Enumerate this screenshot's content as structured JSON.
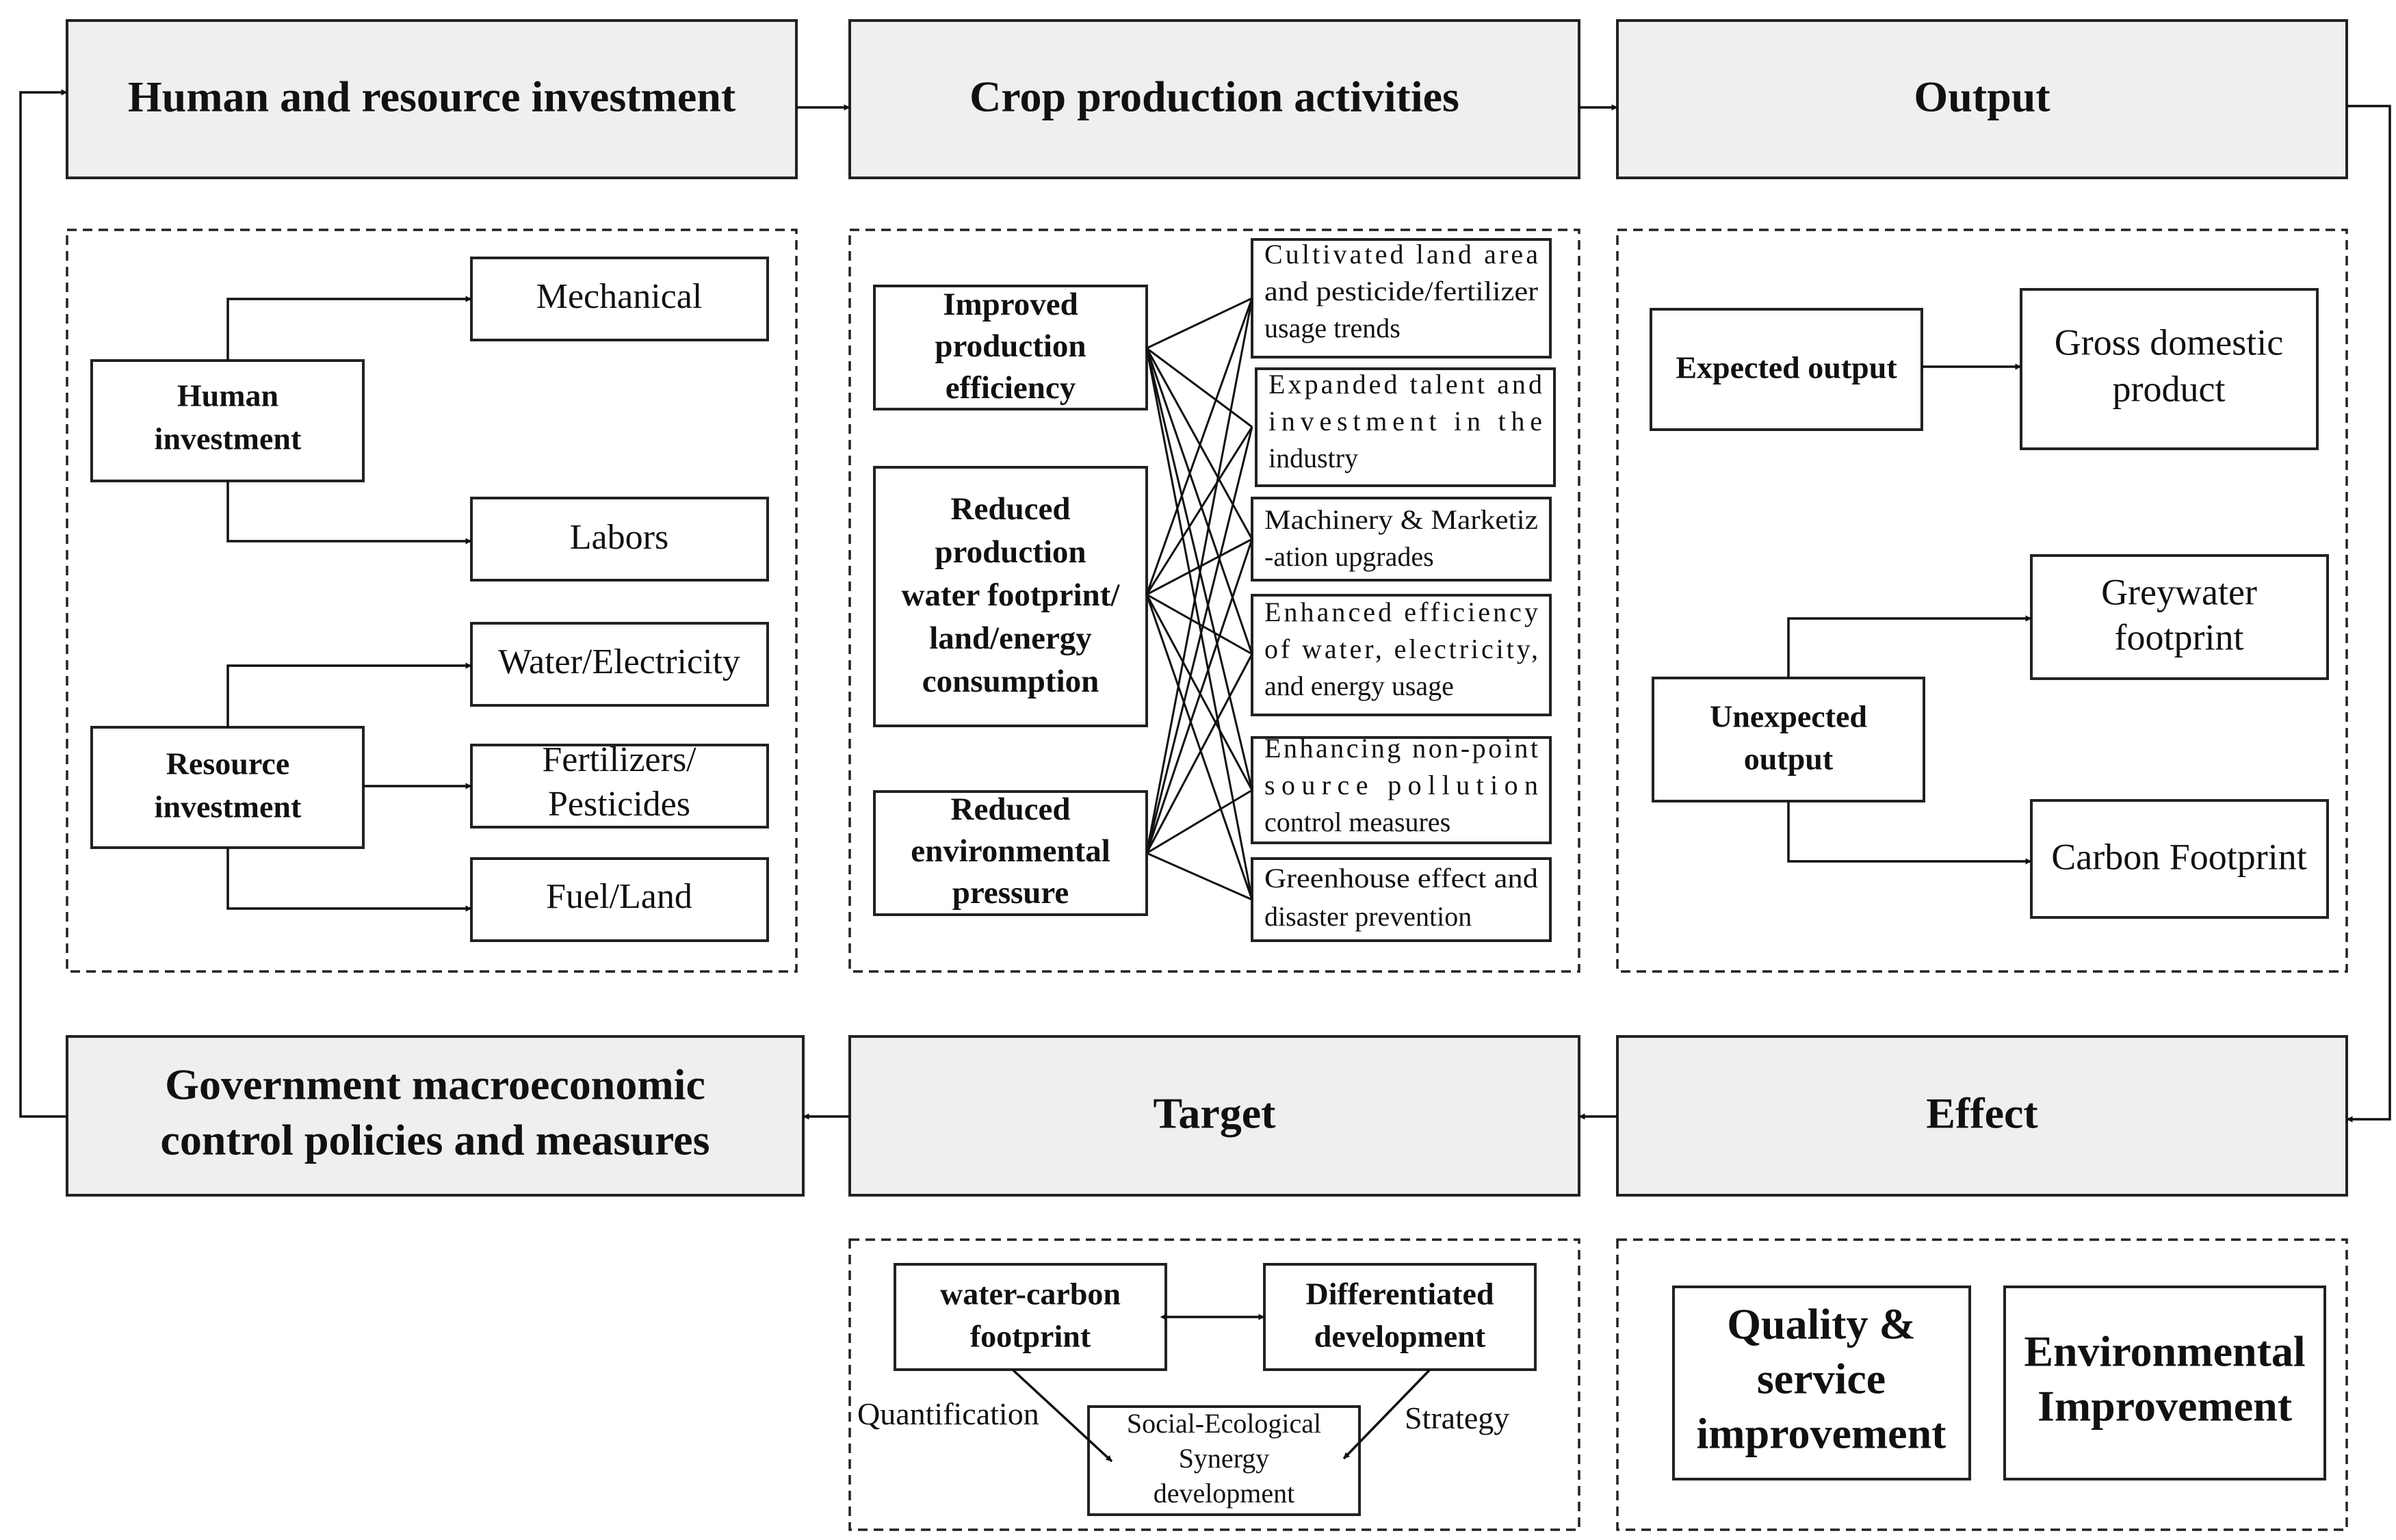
{
  "headers": {
    "human_resource": "Human and resource investment",
    "crop_production": "Crop production activities",
    "output": "Output",
    "government": [
      "Government macroeconomic",
      "control policies and measures"
    ],
    "target": "Target",
    "effect": "Effect"
  },
  "investment": {
    "human": [
      "Human",
      "investment"
    ],
    "resource": [
      "Resource",
      "investment"
    ],
    "mechanical": "Mechanical",
    "labors": "Labors",
    "water_electricity": "Water/Electricity",
    "fertilizers": [
      "Fertilizers/",
      "Pesticides"
    ],
    "fuel_land": "Fuel/Land"
  },
  "activities": {
    "goals": [
      [
        "Improved",
        "production",
        "efficiency"
      ],
      [
        "Reduced",
        "production",
        "water footprint/",
        "land/energy",
        "consumption"
      ],
      [
        "Reduced",
        "environmental",
        "pressure"
      ]
    ],
    "measures": [
      [
        "Cultivated land area",
        "and pesticide/fertilizer",
        "usage trends"
      ],
      [
        "Expanded talent and",
        "investment in the",
        "industry"
      ],
      [
        "Machinery & Marketiz",
        "-ation upgrades"
      ],
      [
        "Enhanced efficiency",
        "of water, electricity,",
        "and energy usage"
      ],
      [
        "Enhancing non-point",
        "source pollution",
        "control measures"
      ],
      [
        "Greenhouse effect and",
        "disaster prevention"
      ]
    ]
  },
  "outputs": {
    "expected": "Expected output",
    "gdp": [
      "Gross domestic",
      "product"
    ],
    "unexpected": [
      "Unexpected",
      "output"
    ],
    "greywater": [
      "Greywater",
      "footprint"
    ],
    "carbon": "Carbon Footprint"
  },
  "target": {
    "water_carbon": [
      "water-carbon",
      "footprint"
    ],
    "differentiated": [
      "Differentiated",
      "development"
    ],
    "synergy": [
      "Social-Ecological",
      "Synergy",
      "development"
    ],
    "quantification": "Quantification",
    "strategy": "Strategy"
  },
  "effect": {
    "quality": [
      "Quality &",
      "service",
      "improvement"
    ],
    "environmental": [
      "Environmental",
      "Improvement"
    ]
  }
}
